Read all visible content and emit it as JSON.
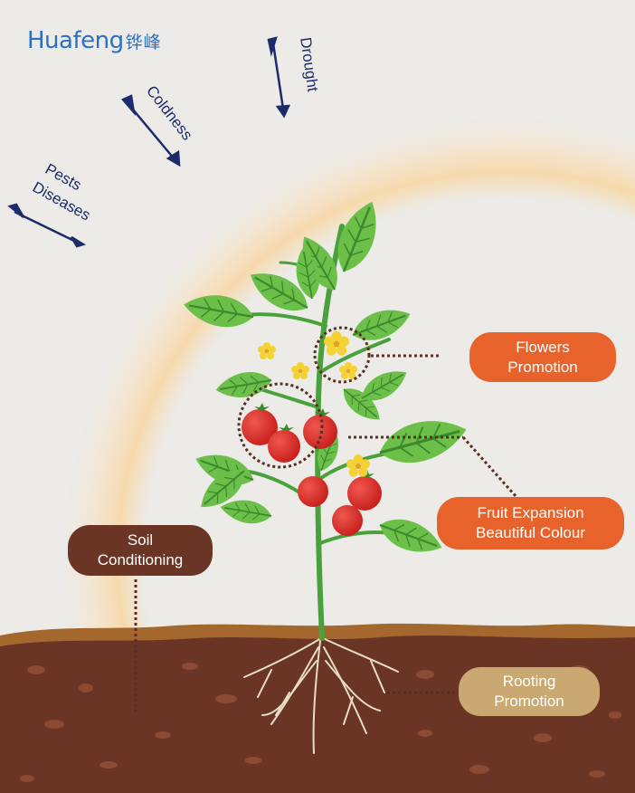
{
  "brand": {
    "name": "Huafeng",
    "name_cn": "铧峰"
  },
  "threats": {
    "drought": "Drought",
    "coldness": "Coldness",
    "pests": "Pests",
    "diseases": "Diseases"
  },
  "benefits": {
    "flowers": [
      "Flowers",
      "Promotion"
    ],
    "fruit": [
      "Fruit Expansion",
      "Beautiful Colour"
    ],
    "soil": [
      "Soil",
      "Conditioning"
    ],
    "rooting": [
      "Rooting",
      "Promotion"
    ]
  },
  "colors": {
    "navy": "#1e2b6b",
    "orange": "#e8622b",
    "brown": "#6b3526",
    "tan": "#caa871",
    "brand_blue": "#2e6fc2"
  }
}
